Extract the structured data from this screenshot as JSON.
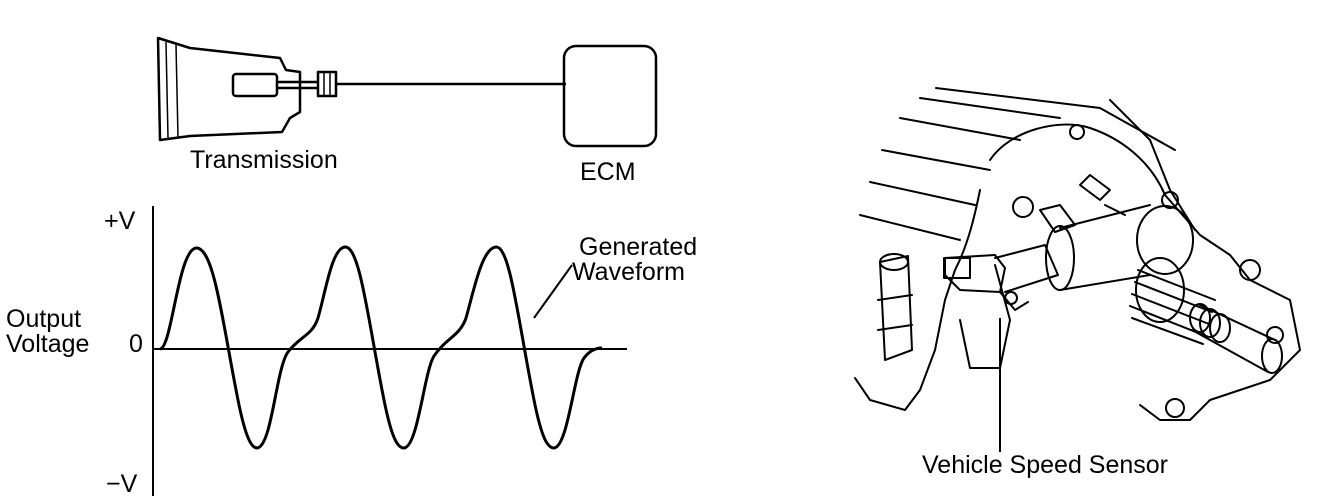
{
  "top_diagram": {
    "transmission_label": "Transmission",
    "ecm_label": "ECM"
  },
  "waveform": {
    "y_top_label": "+V",
    "y_zero_label": "0",
    "y_bottom_label": "−V",
    "y_axis_label_line1": "Output",
    "y_axis_label_line2": "Voltage",
    "curve_label_line1": "Generated",
    "curve_label_line2": "Waveform"
  },
  "sensor_illustration": {
    "label": "Vehicle Speed Sensor"
  }
}
